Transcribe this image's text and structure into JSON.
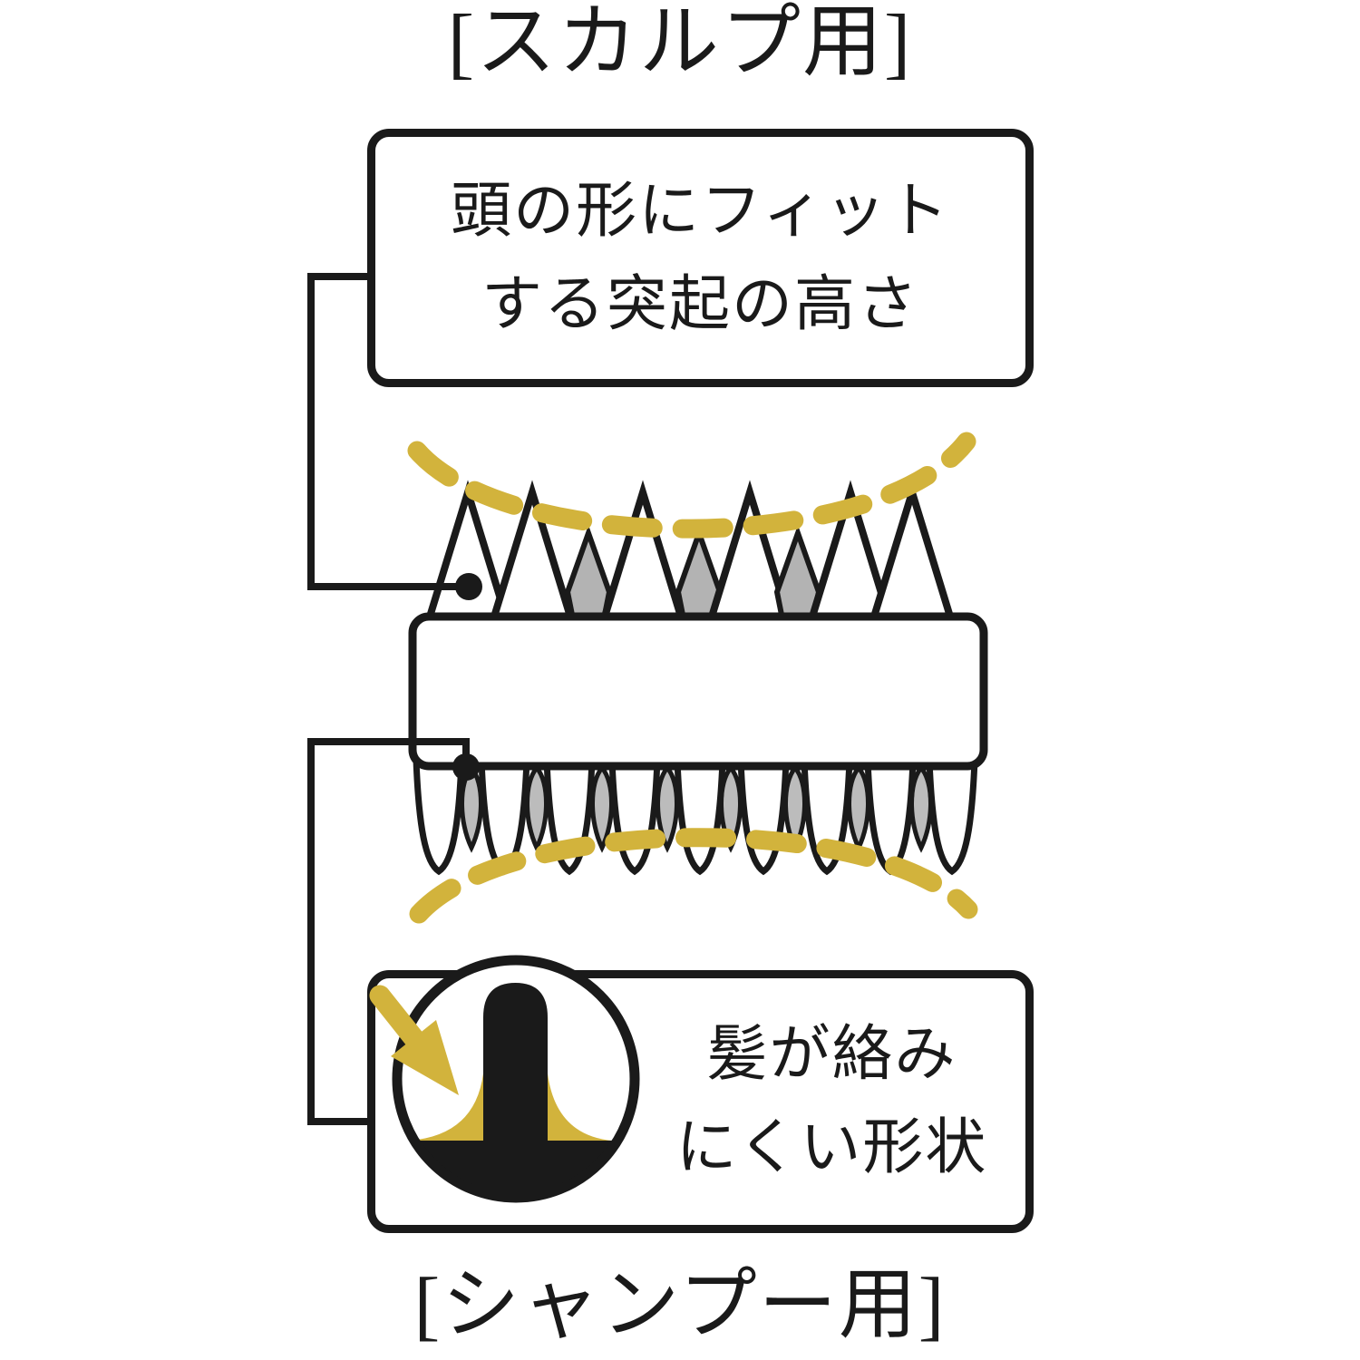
{
  "diagram": {
    "top_label": "[スカルプ用]",
    "bottom_label": "[シャンプー用]",
    "top_callout": {
      "line1": "頭の形にフィット",
      "line2": "する突起の高さ"
    },
    "bottom_callout": {
      "line1": "髪が絡み",
      "line2": "にくい形状"
    }
  },
  "colors": {
    "ink": "#1a1a1a",
    "highlight_yellow": "#d2b33c",
    "bristle_gray": "#b3b3b3",
    "leaf_gray": "#bcbcbc",
    "background": "#ffffff"
  },
  "icons": {
    "head_curve_top": "dashed-arc-icon",
    "head_curve_bottom": "dashed-arc-icon",
    "anchor_dot_top": "dot-icon",
    "anchor_dot_bottom": "dot-icon",
    "anti_tangle_arrow": "arrow-down-right-icon",
    "bristle_cross_section": "bristle-profile-icon"
  }
}
